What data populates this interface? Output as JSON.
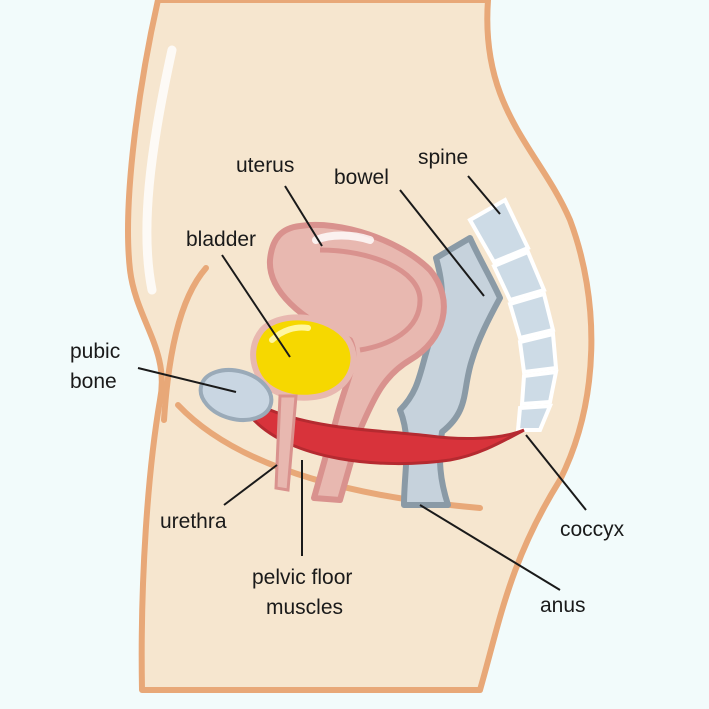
{
  "labels": {
    "uterus": "uterus",
    "bowel": "bowel",
    "spine": "spine",
    "bladder": "bladder",
    "pubic_bone_line1": "pubic",
    "pubic_bone_line2": "bone",
    "urethra": "urethra",
    "pelvic_floor_line1": "pelvic floor",
    "pelvic_floor_line2": "muscles",
    "coccyx": "coccyx",
    "anus": "anus"
  },
  "colors": {
    "background": "#f2fbfb",
    "skin": "#f6e6cf",
    "skin_outline": "#e8a878",
    "uterus_fill": "#e8b8b0",
    "uterus_outline": "#d9928e",
    "bladder_fill": "#f6d800",
    "bowel_fill": "#c6d2dc",
    "bowel_outline": "#8a9aa6",
    "bone_fill": "#c9d6e2",
    "muscle": "#d8333b"
  }
}
